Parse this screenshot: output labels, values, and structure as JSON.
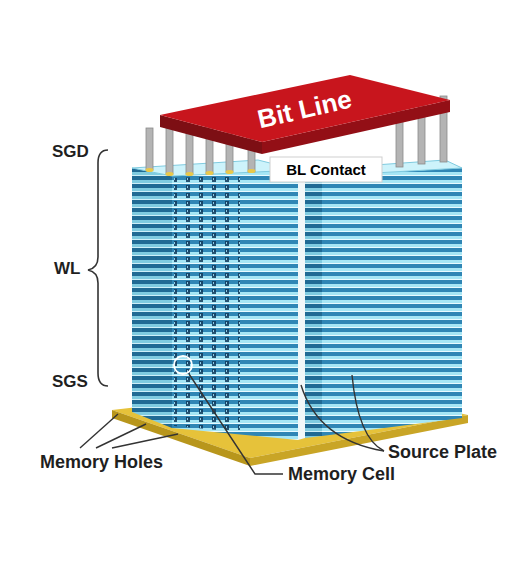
{
  "diagram": {
    "labels": [
      "SGD",
      "WL",
      "SGS",
      "Bit Line",
      "BL Contact",
      "Memory Holes",
      "Memory Cell",
      "Source Plate"
    ]
  }
}
